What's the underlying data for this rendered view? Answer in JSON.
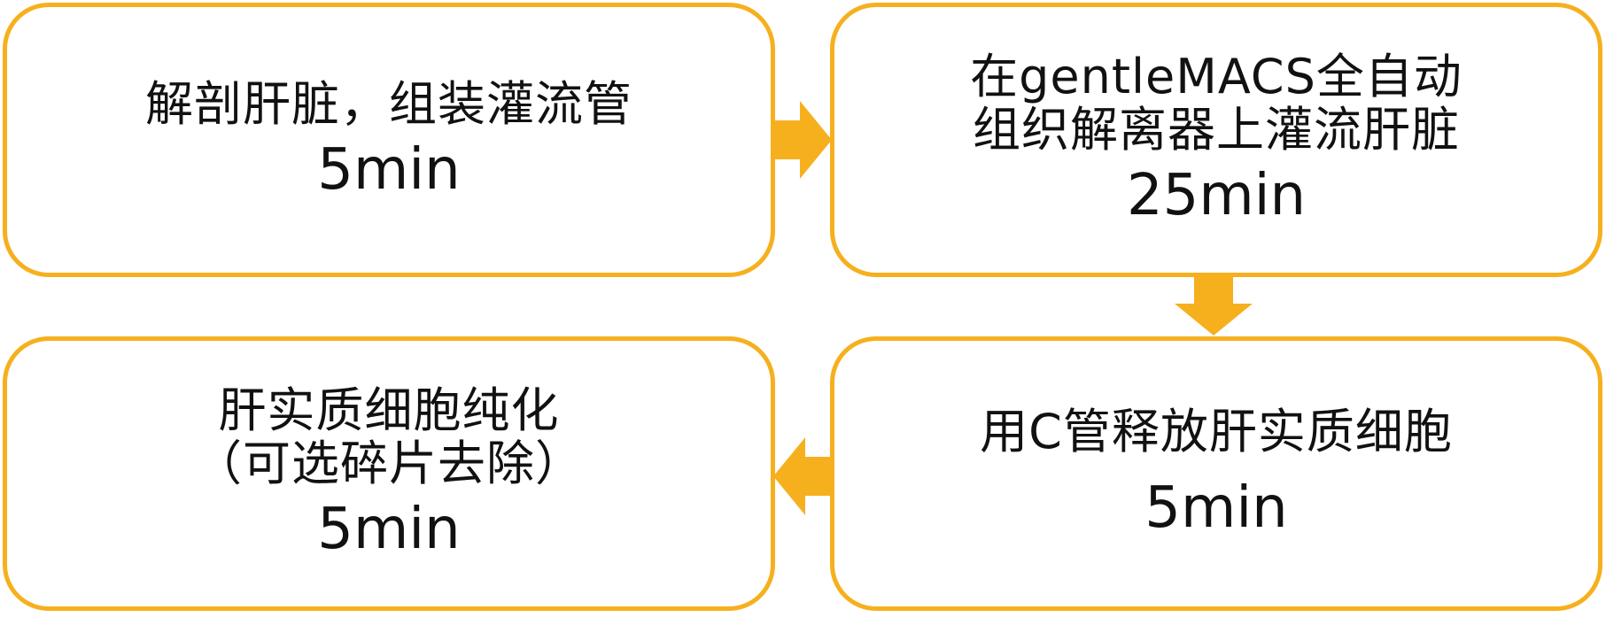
{
  "colors": {
    "accent": "#F6B01E",
    "text": "#111111",
    "box_fill": "#FFFFFF"
  },
  "steps": [
    {
      "lines": [
        "解剖肝脏，组装灌流管"
      ],
      "time": "5min"
    },
    {
      "lines": [
        "在gentleMACS全自动",
        "组织解离器上灌流肝脏"
      ],
      "time": "25min"
    },
    {
      "lines": [
        "用C管释放肝实质细胞"
      ],
      "time": "5min"
    },
    {
      "lines": [
        "肝实质细胞纯化",
        "（可选碎片去除）"
      ],
      "time": "5min"
    }
  ],
  "arrows": [
    "right-arrow-icon",
    "down-arrow-icon",
    "left-arrow-icon"
  ]
}
